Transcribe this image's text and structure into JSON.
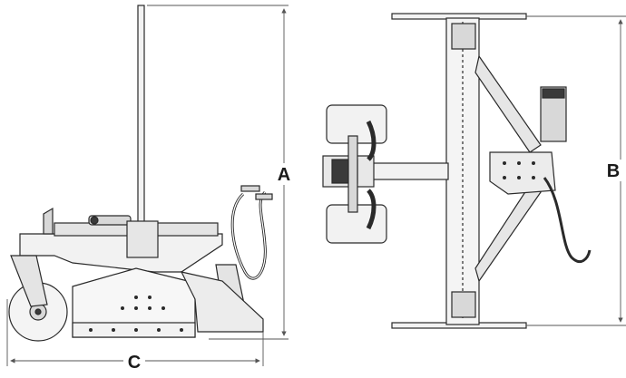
{
  "diagram": {
    "colors": {
      "line": "#2a2a2a",
      "fill_light": "#f2f2f2",
      "fill_mid": "#d8d8d8",
      "fill_dark": "#3a3a3a",
      "dim_line": "#555555"
    },
    "dimensions": {
      "a_label": "A",
      "b_label": "B",
      "c_label": "C"
    },
    "views": [
      "side-view",
      "top-view"
    ]
  }
}
